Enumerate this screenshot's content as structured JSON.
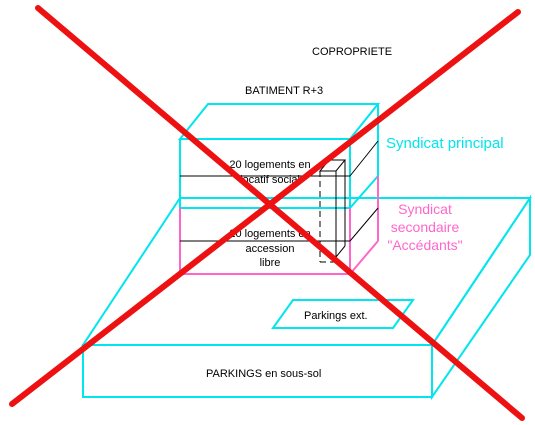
{
  "labels": {
    "copropriete": "COPROPRIETE",
    "batiment": "BATIMENT R+3",
    "syndicat_principal": "Syndicat principal",
    "syndicat_secondaire": [
      "Syndicat",
      "secondaire",
      "\"Accédants\""
    ],
    "logements_social": [
      "20 logements en",
      "locatif social"
    ],
    "logements_accession": [
      "20 logements en",
      "accession",
      "libre"
    ],
    "parkings_ext": "Parkings ext.",
    "parkings_sous_sol": "PARKINGS en sous-sol"
  },
  "colors": {
    "cyan": "#00e5ee",
    "pink": "#ff66cc",
    "cross_red": "#ee1111"
  }
}
